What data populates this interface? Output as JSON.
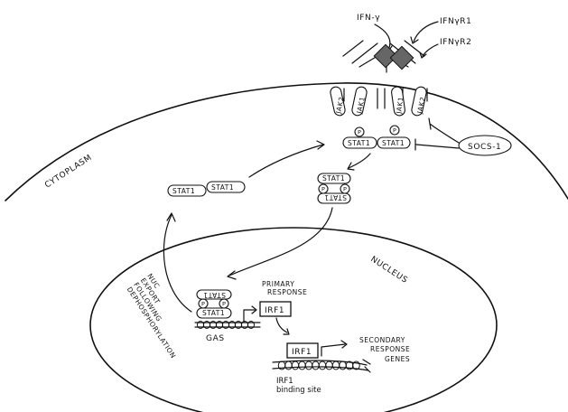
{
  "ligand": "IFN-γ",
  "receptors": {
    "r1": "IFNγR1",
    "r2": "IFNγR2"
  },
  "kinases": {
    "jak2": "JAK2",
    "jak1": "JAK1"
  },
  "compartments": {
    "cytoplasm": "CYTOPLASM",
    "nucleus": "NUCLEUS"
  },
  "stat": "STAT1",
  "phospho": "P",
  "socs": "SOCS-1",
  "nuclear_export": [
    "NUC",
    "EXPORT",
    "FOLLOWING",
    "DEPHOSPHORYLATION"
  ],
  "gas": "GAS",
  "primary_response": [
    "PRIMARY",
    "RESPONSE"
  ],
  "irf1": "IRF1",
  "irf1_binding": [
    "IRF1",
    "binding site"
  ],
  "secondary_response": [
    "SECONDARY",
    "RESPONSE",
    "GENES"
  ]
}
